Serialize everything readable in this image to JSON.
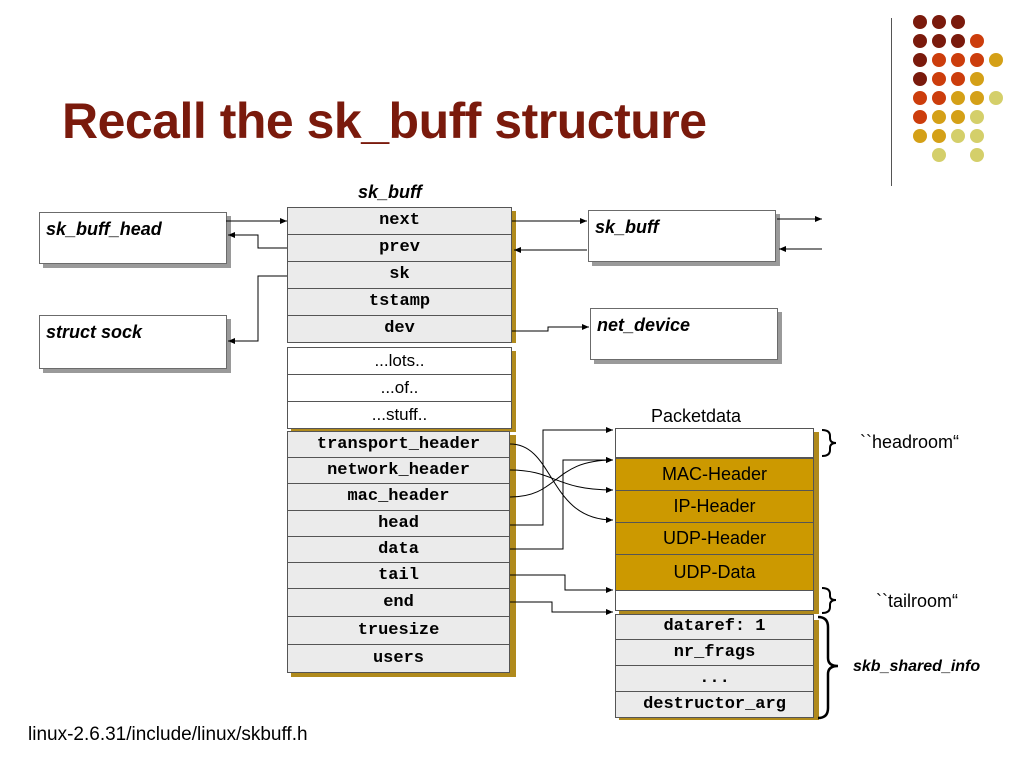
{
  "title": "Recall the sk_buff structure",
  "colors": {
    "title": "#7a1a0c",
    "gold": "#cc9900",
    "cell_gray": "#ebebeb"
  },
  "skbuff_label": "sk_buff",
  "boxes": {
    "sk_buff_head": "sk_buff_head",
    "struct_sock": "struct sock",
    "sk_buff_right": "sk_buff",
    "net_device": "net_device"
  },
  "fields_top": [
    "next",
    "prev",
    "sk",
    "tstamp",
    "dev"
  ],
  "fields_middle": [
    "...lots..",
    "...of..",
    "...stuff.."
  ],
  "fields_bottom": [
    "transport_header",
    "network_header",
    "mac_header",
    "head",
    "data",
    "tail",
    "end",
    "truesize",
    "users"
  ],
  "packetdata_label": "Packetdata",
  "packet_parts": [
    "MAC-Header",
    "IP-Header",
    "UDP-Header",
    "UDP-Data"
  ],
  "headroom_label": "``headroom“",
  "tailroom_label": "``tailroom“",
  "shared_info_fields": [
    "dataref: 1",
    "nr_frags",
    "...",
    "destructor_arg"
  ],
  "shared_info_label": "skb_shared_info",
  "source_file": "linux-2.6.31/include/linux/skbuff.h"
}
